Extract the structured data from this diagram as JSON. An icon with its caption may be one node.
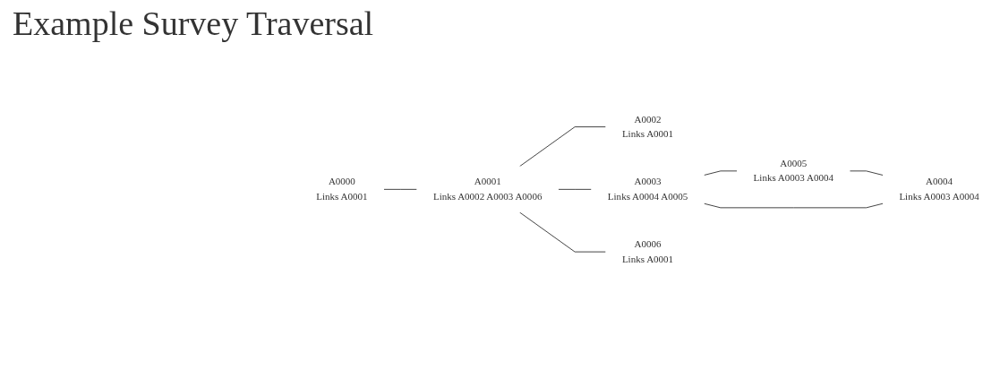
{
  "diagram": {
    "title": "Example Survey Traversal",
    "nodes": [
      {
        "text": [
          "A0000",
          "Links A0001"
        ]
      },
      {
        "text": [
          "A0001",
          "Links A0002 A0003 A0006"
        ]
      },
      {
        "text": [
          "A0002",
          "Links A0001"
        ]
      },
      {
        "text": [
          "A0003",
          "Links A0004 A0005"
        ]
      },
      {
        "text": [
          "A0004",
          "Links A0003 A0004"
        ]
      },
      {
        "text": [
          "A0005",
          "Links A0003 A0004"
        ]
      },
      {
        "text": [
          "A0006",
          "Links A0001"
        ]
      }
    ],
    "edges": [
      {
        "from": 0,
        "to": 1,
        "arrow": "none"
      },
      {
        "from": 1,
        "to": 2,
        "arrow": "none"
      },
      {
        "from": 1,
        "to": 3,
        "arrow": "none"
      },
      {
        "from": 1,
        "to": 6,
        "arrow": "none"
      },
      {
        "from": 3,
        "to": 5,
        "arrow": "none"
      },
      {
        "from": 5,
        "to": 4,
        "arrow": "none"
      },
      {
        "from": 3,
        "to": 4,
        "arrow": "none"
      }
    ]
  }
}
